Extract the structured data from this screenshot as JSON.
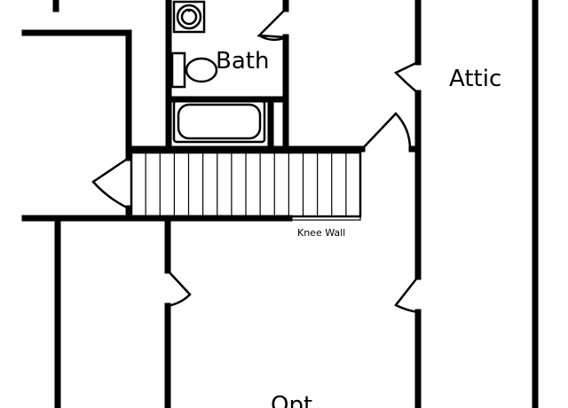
{
  "rooms": {
    "bath": "Bath",
    "attic": "Attic",
    "opt": "Opt"
  },
  "annotations": {
    "knee_wall": "Knee Wall"
  },
  "colors": {
    "wall": "#000000",
    "background": "#ffffff"
  }
}
